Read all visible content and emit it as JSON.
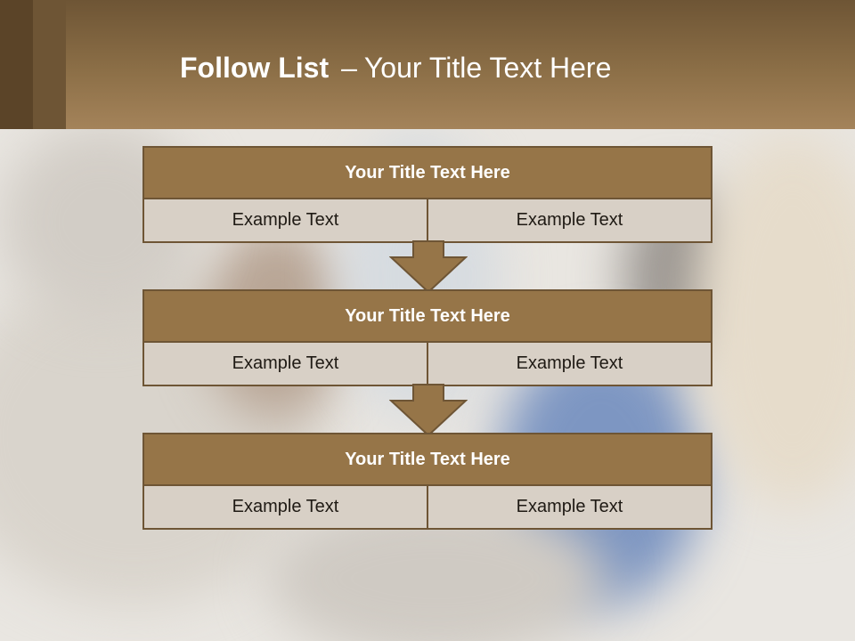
{
  "slide": {
    "title_bold": "Follow List",
    "title_sep": "–",
    "title_rest": "Your Title Text Here"
  },
  "steps": [
    {
      "title": "Your Title Text Here",
      "left": "Example Text",
      "right": "Example Text"
    },
    {
      "title": "Your Title Text Here",
      "left": "Example Text",
      "right": "Example Text"
    },
    {
      "title": "Your Title Text Here",
      "left": "Example Text",
      "right": "Example Text"
    }
  ],
  "colors": {
    "header_dark": "#6e5535",
    "header_light": "#a4835a",
    "box_title": "#967548",
    "box_cell": "#d8d0c6",
    "border": "#6e5535"
  }
}
